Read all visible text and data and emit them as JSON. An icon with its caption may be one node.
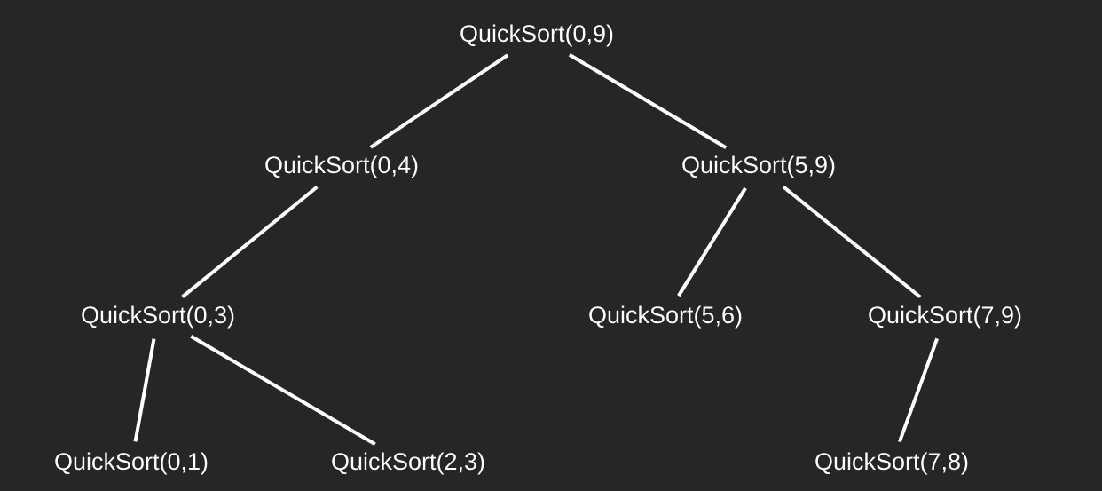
{
  "diagram": {
    "nodes": [
      {
        "text": [
          "QuickSort(0,9)"
        ]
      },
      {
        "text": [
          "QuickSort(0,4)"
        ]
      },
      {
        "text": [
          "QuickSort(5,9)"
        ]
      },
      {
        "text": [
          "QuickSort(0,3)"
        ]
      },
      {
        "text": [
          "QuickSort(5,6)"
        ]
      },
      {
        "text": [
          "QuickSort(7,9)"
        ]
      },
      {
        "text": [
          "QuickSort(0,1)"
        ]
      },
      {
        "text": [
          "QuickSort(2,3)"
        ]
      },
      {
        "text": [
          "QuickSort(7,8)"
        ]
      }
    ],
    "edges": [
      {
        "from": 0,
        "to": 1,
        "arrow": "none"
      },
      {
        "from": 0,
        "to": 2,
        "arrow": "none"
      },
      {
        "from": 1,
        "to": 3,
        "arrow": "none"
      },
      {
        "from": 2,
        "to": 4,
        "arrow": "none"
      },
      {
        "from": 2,
        "to": 5,
        "arrow": "none"
      },
      {
        "from": 3,
        "to": 6,
        "arrow": "none"
      },
      {
        "from": 3,
        "to": 7,
        "arrow": "none"
      },
      {
        "from": 5,
        "to": 8,
        "arrow": "none"
      }
    ]
  }
}
